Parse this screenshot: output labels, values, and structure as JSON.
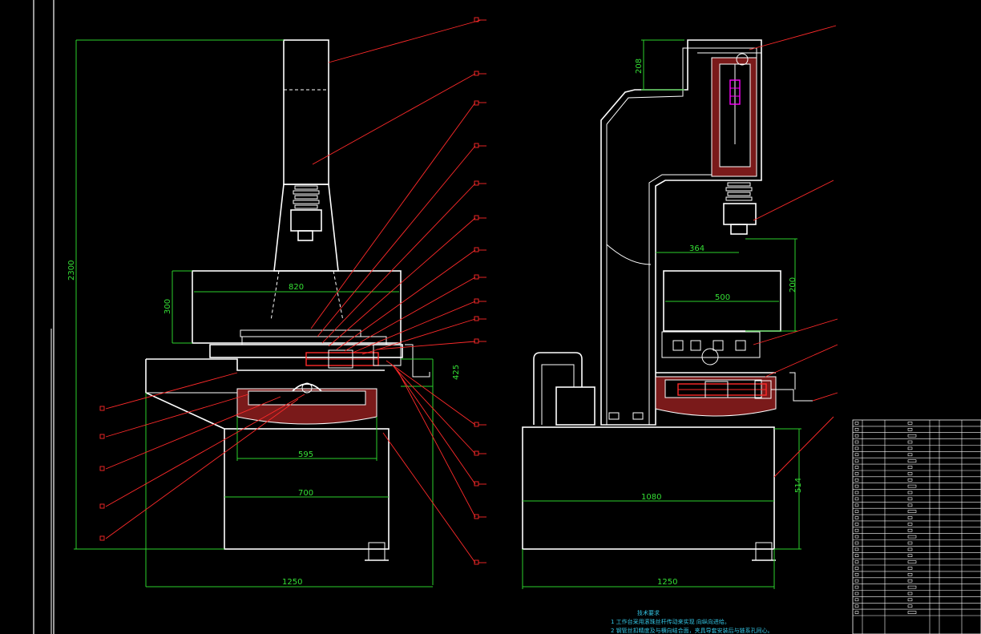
{
  "colors": {
    "background": "#000000",
    "outline": "#ffffff",
    "dimension": "#2bd12b",
    "leader": "#ff2a2a",
    "note_text": "#35c8e8",
    "highlight": "#ff00ff"
  },
  "front_view": {
    "dims": {
      "overall_height": "2300",
      "table_height": "300",
      "table_width": "820",
      "clamp_height": "425",
      "base_span": "595",
      "cabinet_width": "700",
      "footprint_width": "1250"
    }
  },
  "side_view": {
    "dims": {
      "head_offset": "208",
      "spindle_reach": "364",
      "work_height": "200",
      "table_width": "500",
      "cabinet_width": "1080",
      "cabinet_height": "514",
      "footprint_width": "1250"
    }
  },
  "notes": {
    "heading": "技术要求",
    "line1": "1  工作台采用滚珠丝杆传动来实现 向纵向进给。",
    "line2": "2  钢管丝扣精度及与横向结合面，夹具导套安装后与链系孔同心。"
  }
}
